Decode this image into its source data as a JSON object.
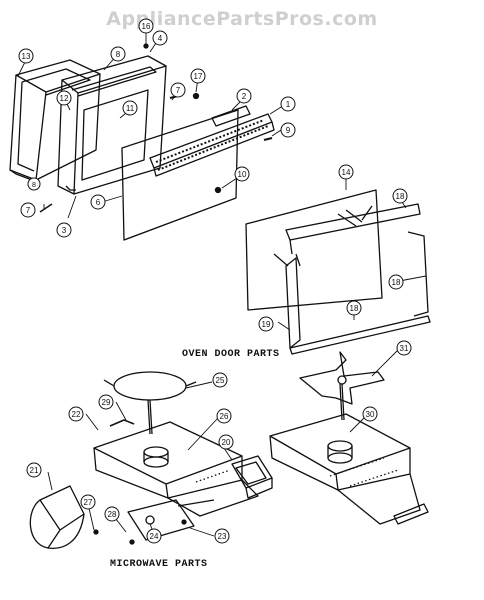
{
  "watermark": "AppliancePartsPros.com",
  "sections": {
    "oven_door": "OVEN DOOR PARTS",
    "microwave": "MICROWAVE PARTS"
  },
  "callouts": {
    "c1": "1",
    "c2": "2",
    "c3": "3",
    "c4": "4",
    "c6": "6",
    "c7a": "7",
    "c7b": "7",
    "c8": "8",
    "c9": "9",
    "c10": "10",
    "c11": "11",
    "c12": "12",
    "c13": "13",
    "c16": "16",
    "c17": "17",
    "c14": "14",
    "c18a": "18",
    "c18b": "18",
    "c18c": "18",
    "c19": "19",
    "c20": "20",
    "c21": "21",
    "c22": "22",
    "c23": "23",
    "c24": "24",
    "c25": "25",
    "c26": "26",
    "c27": "27",
    "c28": "28",
    "c29": "29",
    "c30": "30",
    "c31": "31"
  }
}
